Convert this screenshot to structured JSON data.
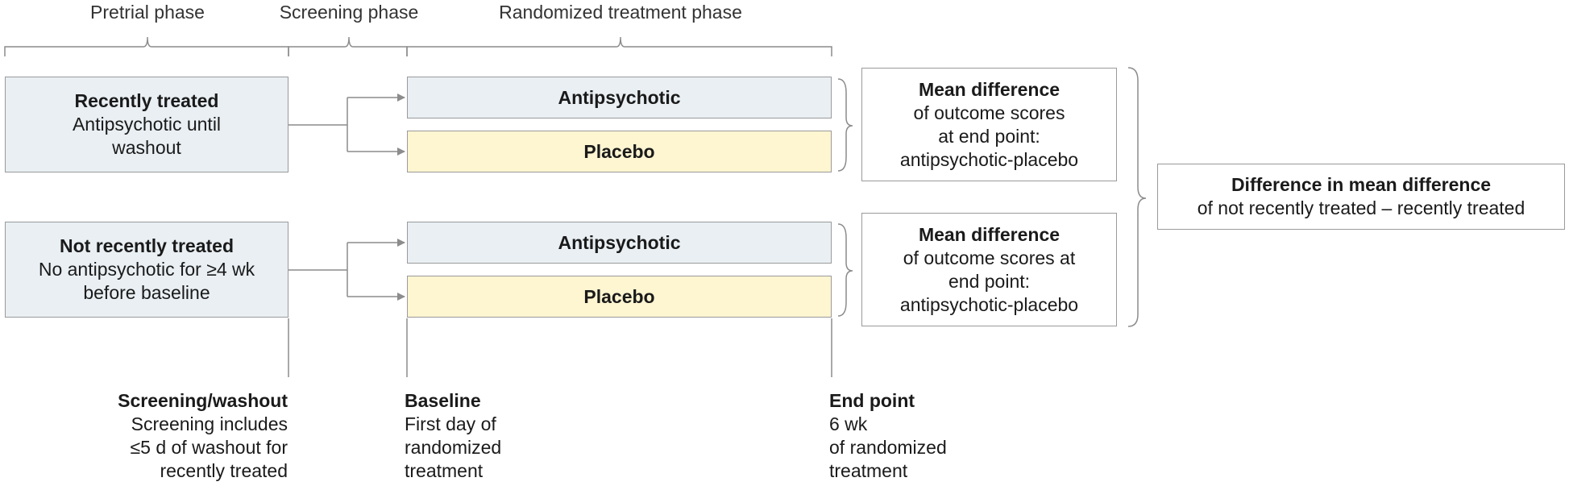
{
  "phases": {
    "pretrial": "Pretrial phase",
    "screening": "Screening phase",
    "randomized": "Randomized treatment phase"
  },
  "groups": {
    "recent": {
      "title": "Recently treated",
      "line1": "Antipsychotic until",
      "line2": "washout"
    },
    "not_recent": {
      "title": "Not recently treated",
      "line1": "No antipsychotic for ≥4 wk",
      "line2": "before baseline"
    }
  },
  "arms": {
    "recent_antipsychotic": "Antipsychotic",
    "recent_placebo": "Placebo",
    "not_recent_antipsychotic": "Antipsychotic",
    "not_recent_placebo": "Placebo"
  },
  "mean_diff_recent": {
    "title": "Mean difference",
    "line1": "of outcome scores",
    "line2": "at end point:",
    "line3": "antipsychotic-placebo"
  },
  "mean_diff_not_recent": {
    "title": "Mean difference",
    "line1": "of outcome scores at",
    "line2": "end point:",
    "line3": "antipsychotic-placebo"
  },
  "difference_in_mean": {
    "title": "Difference in mean difference",
    "line1": "of not recently treated – recently treated"
  },
  "timepoints": {
    "screening_washout": {
      "title": "Screening/washout",
      "line1": "Screening includes",
      "line2": "≤5 d of washout for",
      "line3": "recently treated"
    },
    "baseline": {
      "title": "Baseline",
      "line1": "First day of",
      "line2": "randomized",
      "line3": "treatment"
    },
    "end_point": {
      "title": "End point",
      "line1": "6 wk",
      "line2": "of randomized",
      "line3": "treatment"
    }
  },
  "colors": {
    "group_fill": "#e9eff3",
    "antipsychotic_fill": "#e9eff3",
    "placebo_fill": "#fef5d1",
    "line": "#8c8c8c",
    "border": "#9a9a9a"
  }
}
